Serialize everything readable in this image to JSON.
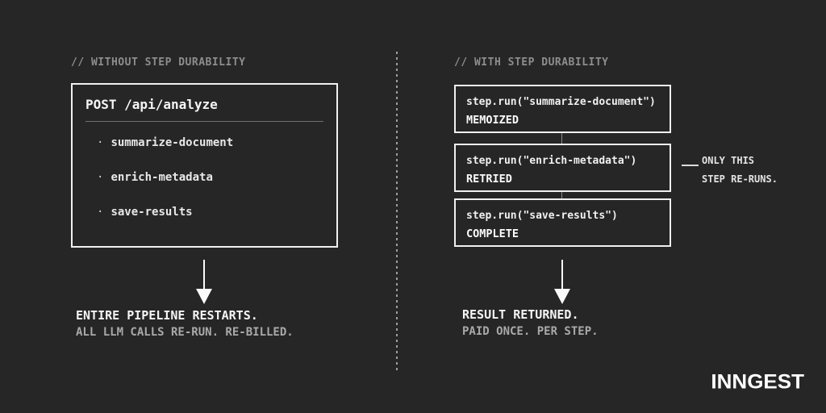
{
  "colors": {
    "background": "#262626",
    "border": "#f0f0f0",
    "muted_header": "#8d8d8d",
    "dim_text": "#a9a9a9",
    "divider_dots": "#9d9d9d"
  },
  "left": {
    "header": "// WITHOUT STEP DURABILITY",
    "card": {
      "title": "POST /api/analyze",
      "bullet": "·",
      "items": [
        "summarize-document",
        "enrich-metadata",
        "save-results"
      ]
    },
    "result_title": "ENTIRE PIPELINE RESTARTS.",
    "result_subtitle": "ALL LLM CALLS RE-RUN. RE-BILLED."
  },
  "right": {
    "header": "// WITH STEP DURABILITY",
    "steps": [
      {
        "code": "step.run(\"summarize-document\")",
        "status": "MEMOIZED"
      },
      {
        "code": "step.run(\"enrich-metadata\")",
        "status": "RETRIED"
      },
      {
        "code": "step.run(\"save-results\")",
        "status": "COMPLETE"
      }
    ],
    "annotation_line1": "ONLY THIS",
    "annotation_line2": "STEP RE-RUNS.",
    "result_title": "RESULT RETURNED.",
    "result_subtitle": "PAID ONCE. PER STEP."
  },
  "footer": {
    "logo": "INNGEST"
  }
}
